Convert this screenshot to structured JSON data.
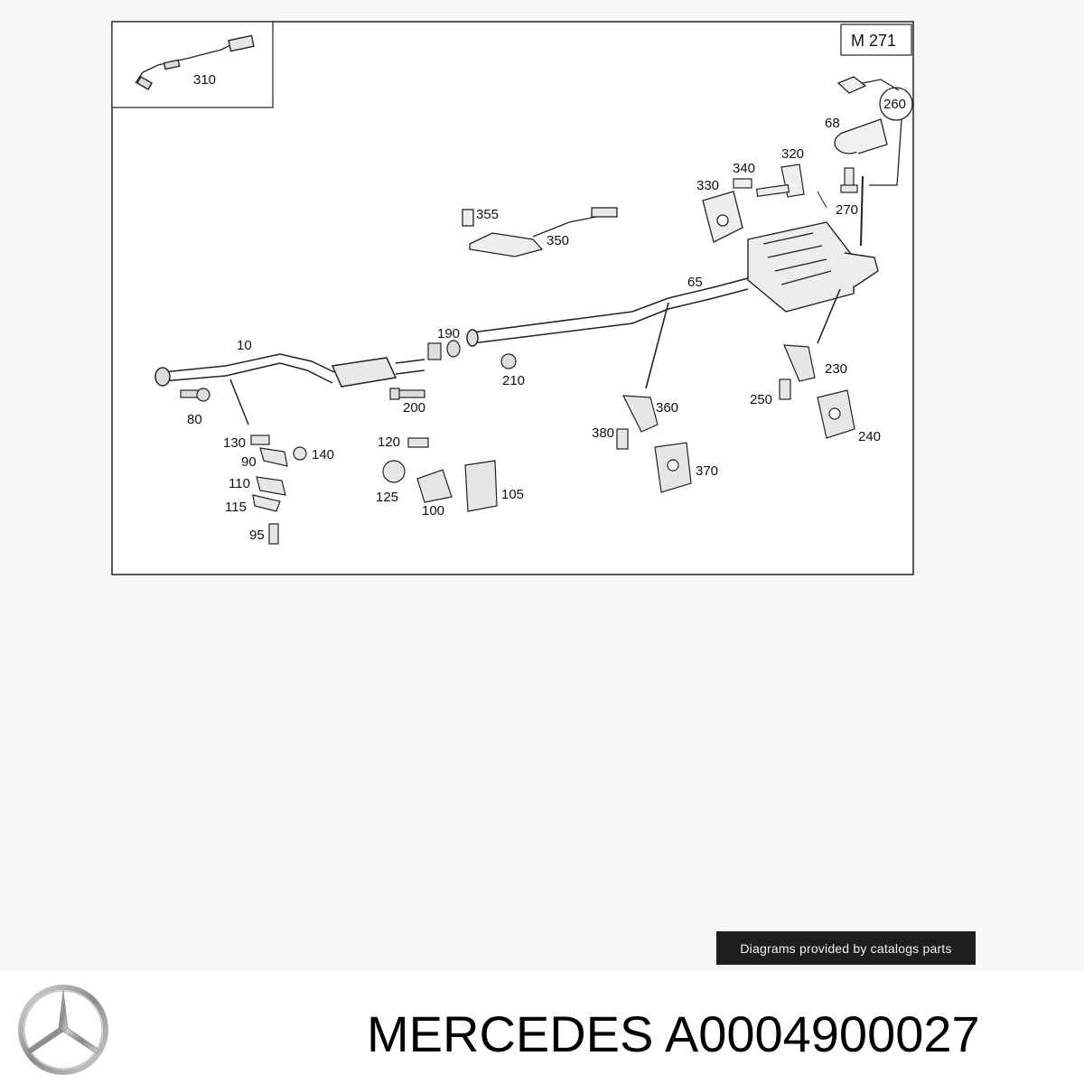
{
  "diagram": {
    "engine_tag": "M 271",
    "callouts": [
      "310",
      "260",
      "68",
      "320",
      "340",
      "330",
      "270",
      "355",
      "350",
      "65",
      "10",
      "190",
      "210",
      "200",
      "80",
      "130",
      "90",
      "140",
      "110",
      "115",
      "95",
      "120",
      "125",
      "100",
      "105",
      "380",
      "360",
      "370",
      "250",
      "230",
      "240"
    ]
  },
  "credit": "Diagrams provided by catalogs parts",
  "footer": {
    "brand": "MERCEDES",
    "part_number": "A0004900027"
  }
}
